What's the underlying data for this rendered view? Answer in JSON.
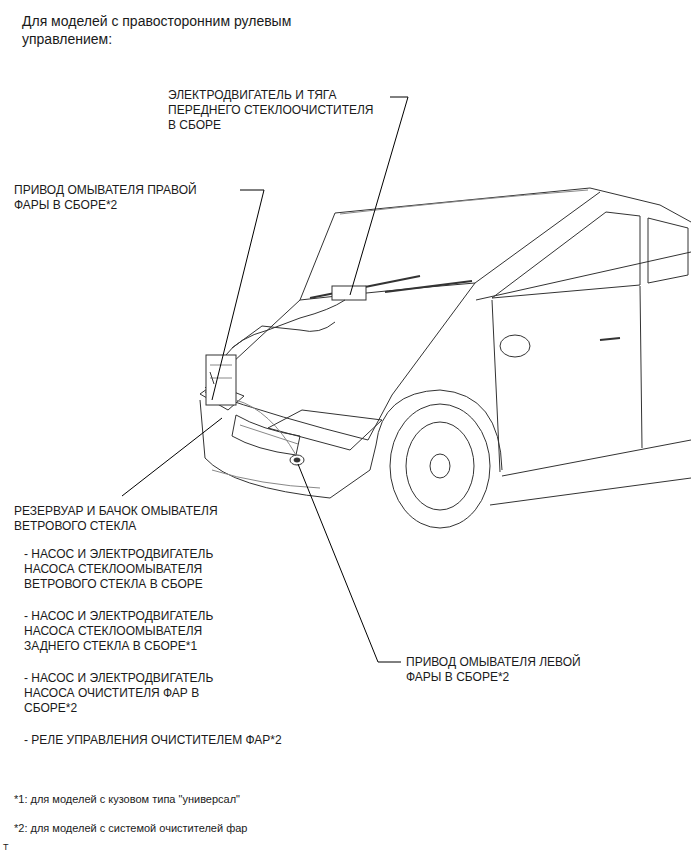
{
  "diagram": {
    "title": "Для моделей с правосторонним рулевым управлением:",
    "labels": [
      "ЭЛЕКТРОДВИГАТЕЛЬ И ТЯГА ПЕРЕДНЕГО СТЕКЛООЧИСТИТЕЛЯ В СБОРЕ",
      "ПРИВОД ОМЫВАТЕЛЯ ПРАВОЙ ФАРЫ В СБОРЕ*2",
      "РЕЗЕРВУАР И БАЧОК ОМЫВАТЕЛЯ ВЕТРОВОГО СТЕКЛА",
      "- НАСОС И ЭЛЕКТРОДВИГАТЕЛЬ НАСОСА СТЕКЛООМЫВАТЕЛЯ ВЕТРОВОГО СТЕКЛА В СБОРЕ",
      "- НАСОС И ЭЛЕКТРОДВИГАТЕЛЬ НАСОСА СТЕКЛООМЫВАТЕЛЯ ЗАДНЕГО СТЕКЛА В СБОРЕ*1",
      "- НАСОС И ЭЛЕКТРОДВИГАТЕЛЬ НАСОСА ОЧИСТИТЕЛЯ ФАР В СБОРЕ*2",
      "- РЕЛЕ УПРАВЛЕНИЯ ОЧИСТИТЕЛЕМ ФАР*2",
      "ПРИВОД ОМЫВАТЕЛЯ ЛЕВОЙ ФАРЫ В СБОРЕ*2",
      "*1: для моделей с кузовом типа \"универсал\"",
      "*2: для моделей с системой очистителей фар",
      "T"
    ]
  }
}
